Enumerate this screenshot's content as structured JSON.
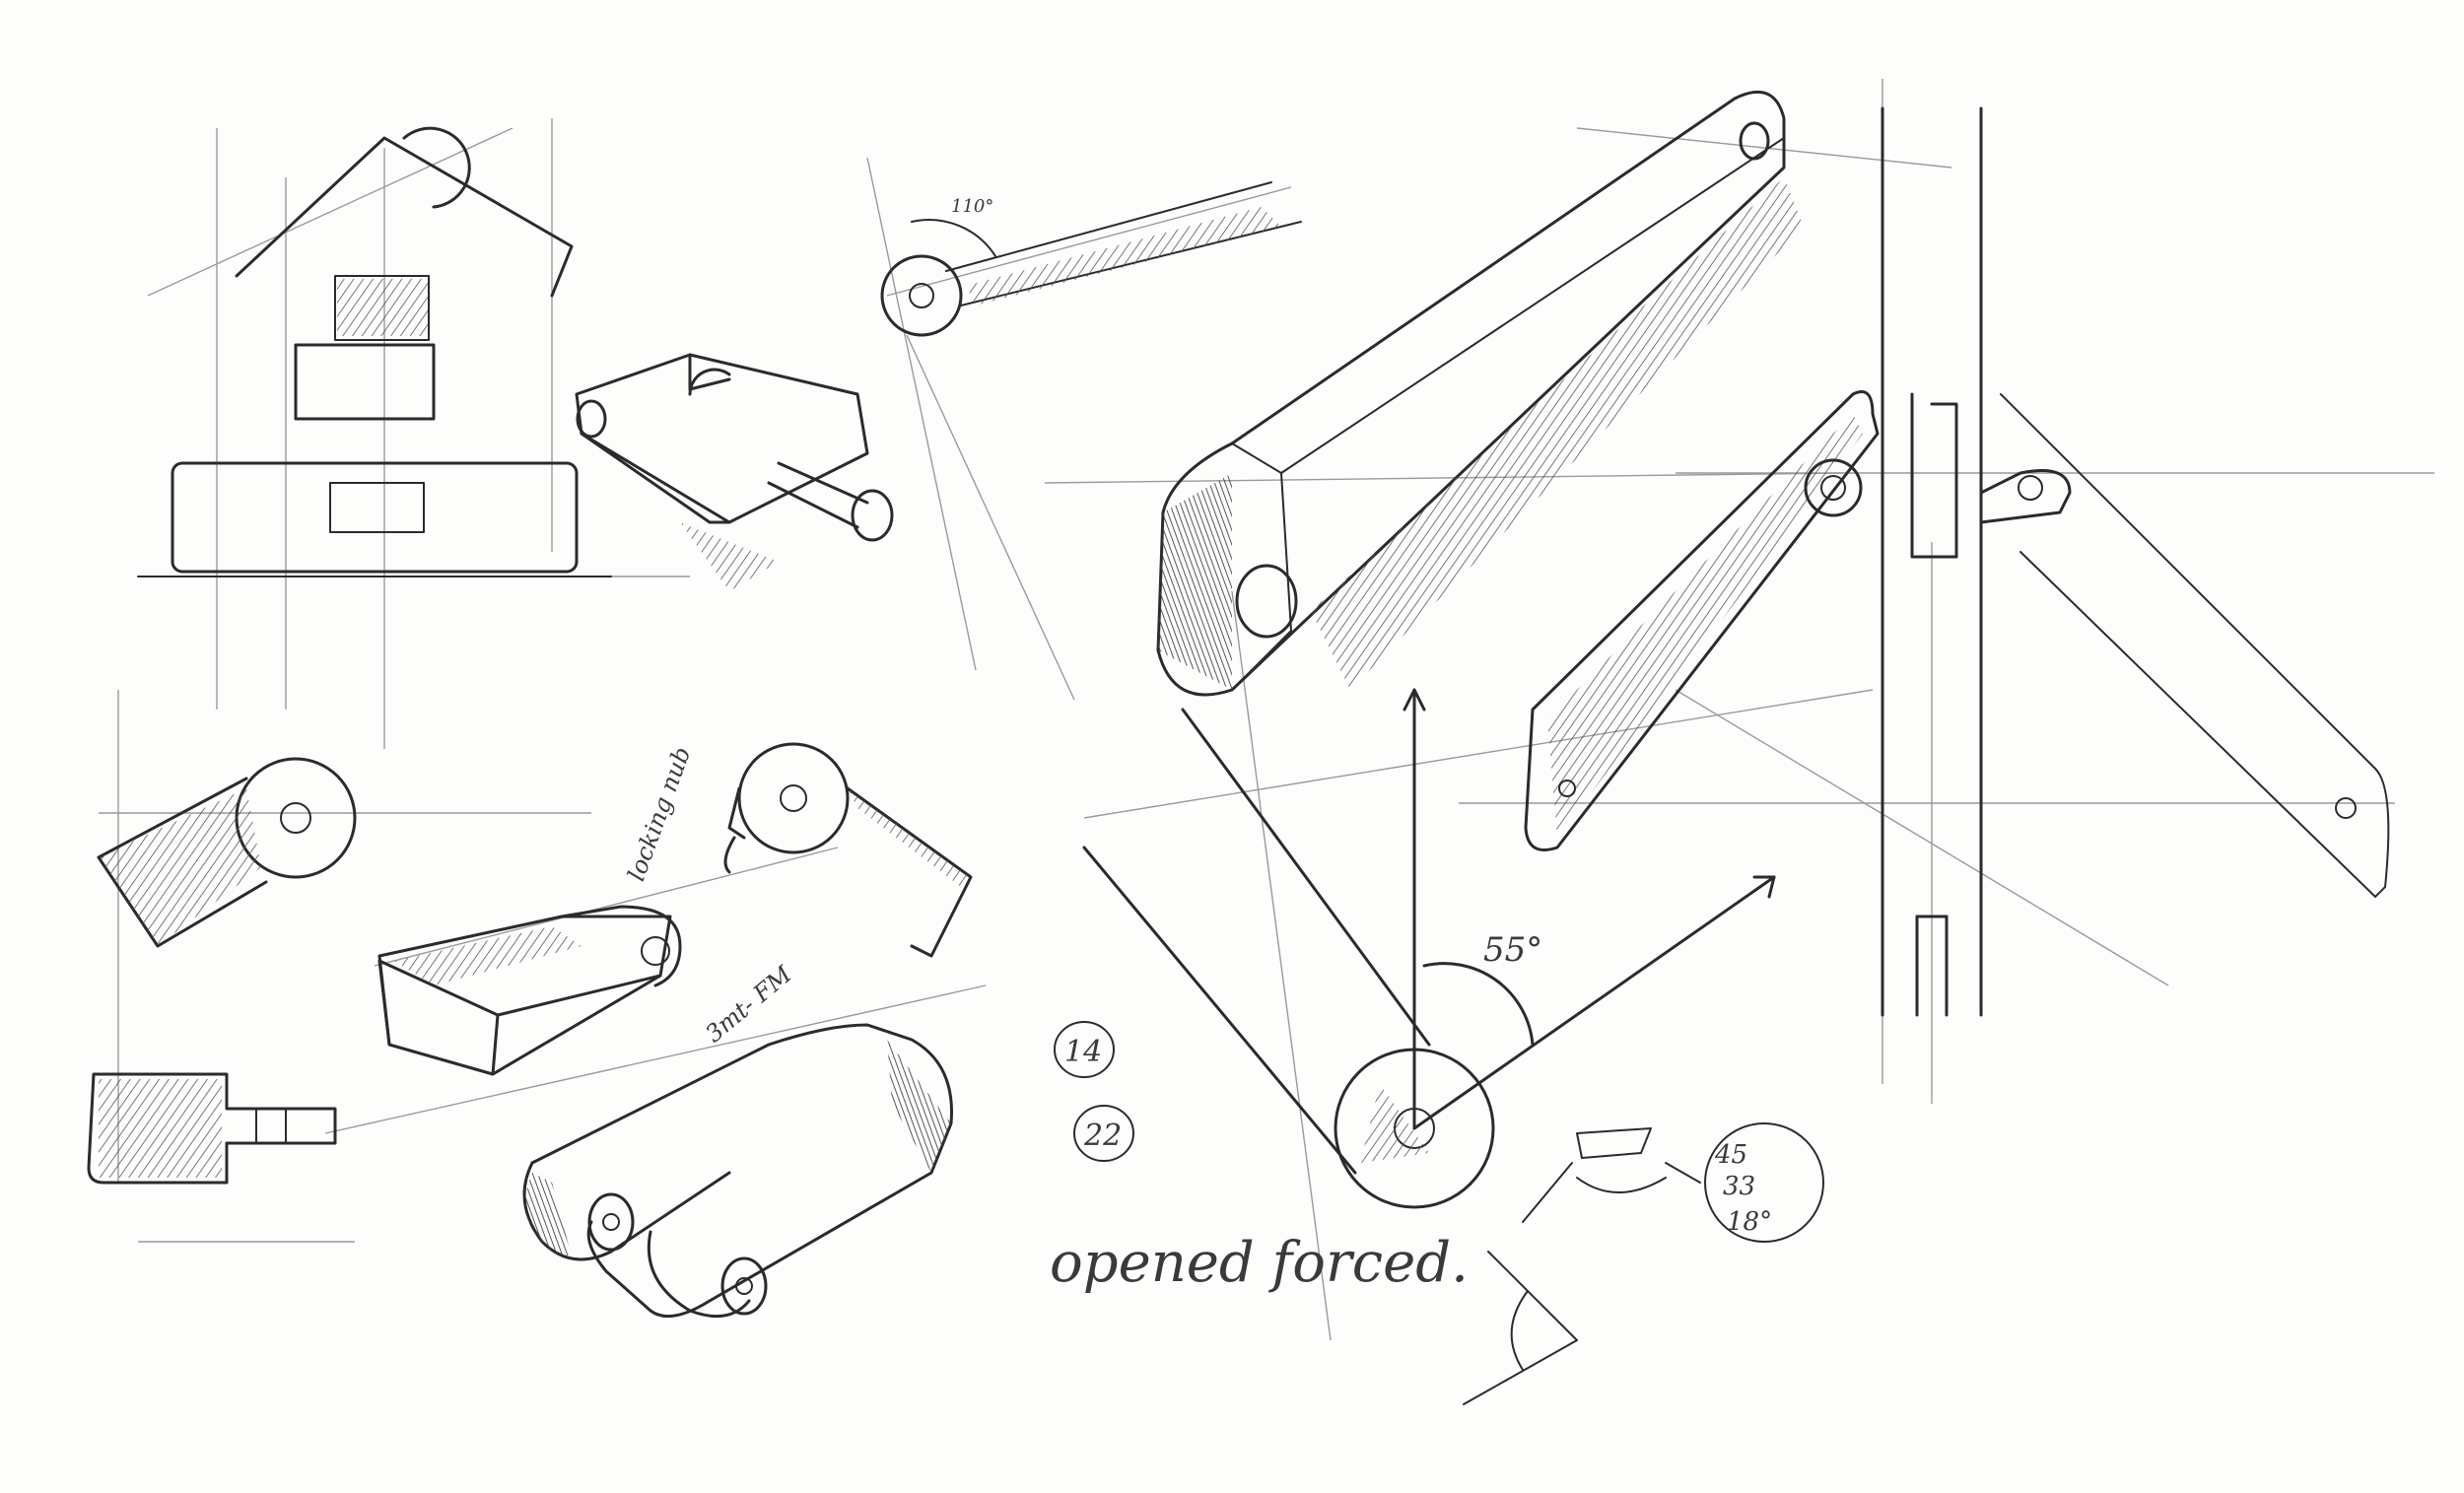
{
  "annotations": {
    "locking_nub": "locking nub",
    "label_fm": "3mt- FM",
    "angle_small": "110°",
    "angle_55": "55°",
    "circle_14": "14",
    "circle_22": "22",
    "angle_list_1": "45",
    "angle_list_2": "33",
    "angle_list_3": "18°",
    "opened_forced": "opened forced."
  }
}
